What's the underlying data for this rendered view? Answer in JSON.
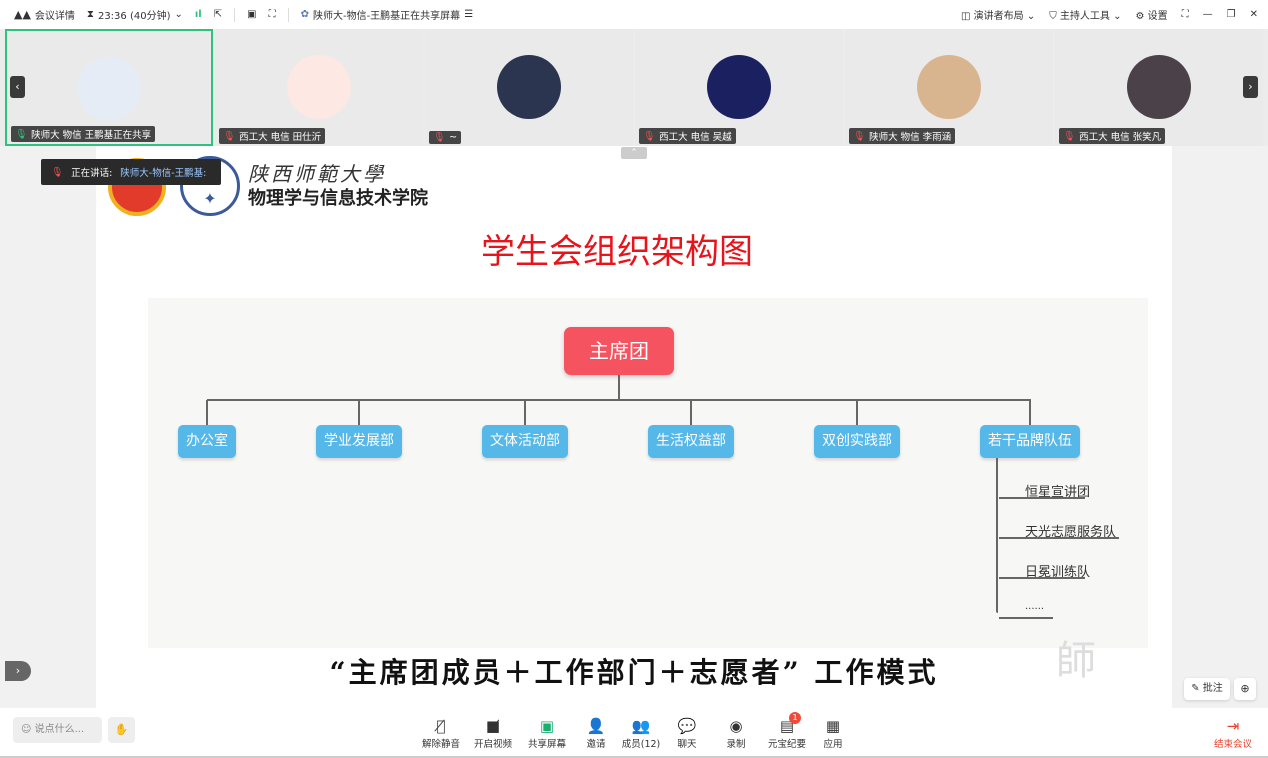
{
  "topbar": {
    "meeting_details": "会议详情",
    "timer": "23:36 (40分钟)",
    "sharing_title": "陕师大-物信-王鹏基正在共享屏幕",
    "layout": "演讲者布局",
    "host_tools": "主持人工具",
    "settings": "设置"
  },
  "participants": [
    {
      "name": "陕师大 物信 王鹏基正在共享",
      "color": "#e6ecf5",
      "active": true
    },
    {
      "name": "西工大 电信 田仕沂",
      "color": "#fde8e4",
      "active": false
    },
    {
      "name": "~",
      "color": "#2b3550",
      "active": false
    },
    {
      "name": "西工大 电信 吴越",
      "color": "#1b2160",
      "active": false
    },
    {
      "name": "陕师大 物信 李雨涵",
      "color": "#d9b58f",
      "active": false
    },
    {
      "name": "西工大 电信 张笑凡",
      "color": "#4a4248",
      "active": false
    }
  ],
  "speaking": {
    "label": "正在讲话:",
    "name": "陕师大-物信-王鹏基:"
  },
  "slide": {
    "university": "陕西师範大學",
    "college": "物理学与信息技术学院",
    "title": "学生会组织架构图",
    "root": "主席团",
    "departments": [
      "办公室",
      "学业发展部",
      "文体活动部",
      "生活权益部",
      "双创实践部",
      "若干品牌队伍"
    ],
    "teams": [
      "恒星宣讲团",
      "天光志愿服务队",
      "日冕训练队",
      "......"
    ],
    "slogan": "“主席团成员＋工作部门＋志愿者”  工作模式"
  },
  "side": {
    "annotate": "批注"
  },
  "chat_input": {
    "placeholder": "说点什么..."
  },
  "toolbar": {
    "unmute": "解除静音",
    "video": "开启视频",
    "share": "共享屏幕",
    "invite": "邀请",
    "members": "成员(12)",
    "chat": "聊天",
    "record": "录制",
    "minutes": "元宝纪要",
    "minutes_badge": "1",
    "apps": "应用",
    "end": "结束会议"
  }
}
